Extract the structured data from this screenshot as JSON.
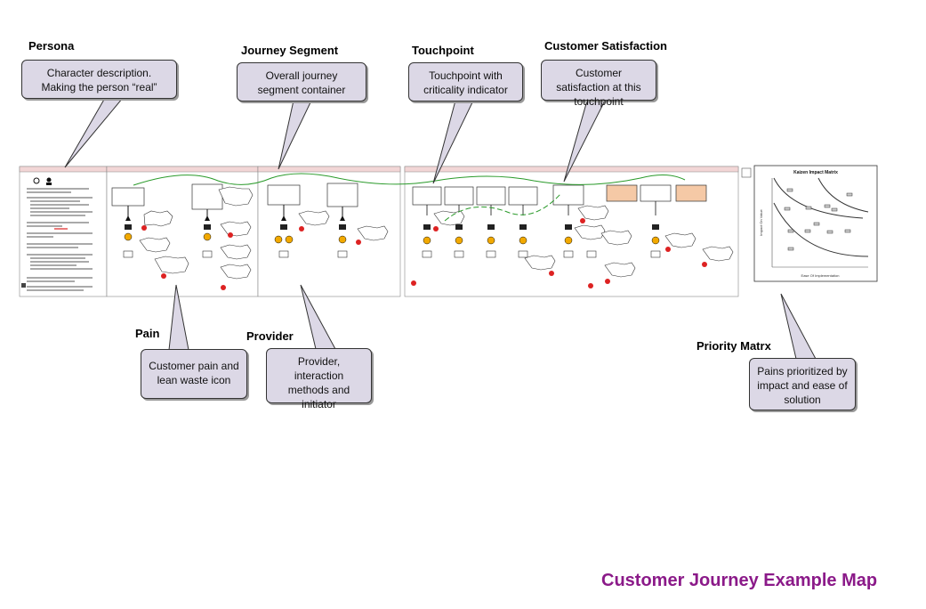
{
  "labels": {
    "persona": "Persona",
    "journey_segment": "Journey Segment",
    "touchpoint": "Touchpoint",
    "customer_satisfaction": "Customer Satisfaction",
    "pain": "Pain",
    "provider": "Provider",
    "priority_matrix": "Priority Matrx"
  },
  "callouts": {
    "persona": "Character description. Making the person “real”",
    "journey_segment": "Overall journey segment container",
    "touchpoint": "Touchpoint with criticality indicator",
    "customer_satisfaction": "Customer satisfaction at this touchpoint",
    "pain": "Customer pain and lean waste icon",
    "provider": "Provider, interaction methods and initiator",
    "priority_matrix": "Pains prioritized by impact and ease of solution"
  },
  "matrix": {
    "title": "Kaizen Impact Matrix",
    "xlabel": "Ease Of Implementation",
    "ylabel": "Impact On Value"
  },
  "footer": "Customer Journey Example Map",
  "colors": {
    "accent": "#8b1a89",
    "callout_fill": "#dcd8e6",
    "segment_header": "#f2d6d6",
    "journey_line": "#2a9a2a"
  }
}
